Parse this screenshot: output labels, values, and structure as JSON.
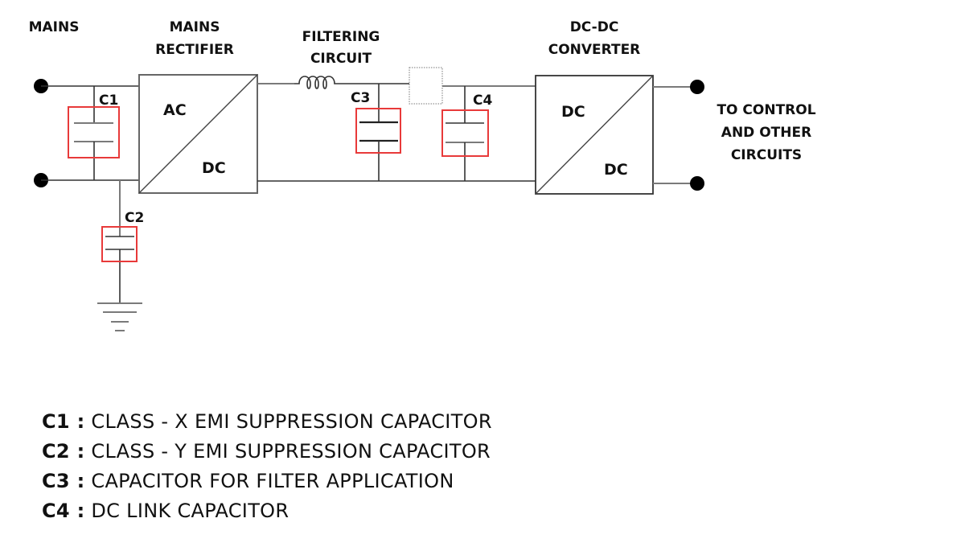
{
  "diagram": {
    "title_labels": {
      "mains": "MAINS",
      "rectifier": [
        "MAINS",
        "RECTIFIER"
      ],
      "filtering": [
        "FILTERING",
        "CIRCUIT"
      ],
      "converter": [
        "DC-DC",
        "CONVERTER"
      ],
      "output": [
        "TO CONTROL",
        "AND OTHER",
        "CIRCUITS"
      ]
    },
    "rectifier_box": {
      "input": "AC",
      "output": "DC"
    },
    "converter_box": {
      "input": "DC",
      "output": "DC"
    },
    "capacitors": [
      {
        "id": "C1",
        "label": "C1"
      },
      {
        "id": "C2",
        "label": "C2"
      },
      {
        "id": "C3",
        "label": "C3"
      },
      {
        "id": "C4",
        "label": "C4"
      }
    ],
    "highlight_color": "#e83a3a"
  },
  "legend": [
    {
      "key": "C1 :",
      "desc": "CLASS - X EMI SUPPRESSION CAPACITOR"
    },
    {
      "key": "C2 :",
      "desc": "CLASS - Y EMI SUPPRESSION CAPACITOR"
    },
    {
      "key": "C3 :",
      "desc": "CAPACITOR FOR FILTER APPLICATION"
    },
    {
      "key": "C4 :",
      "desc": "DC LINK CAPACITOR"
    }
  ]
}
